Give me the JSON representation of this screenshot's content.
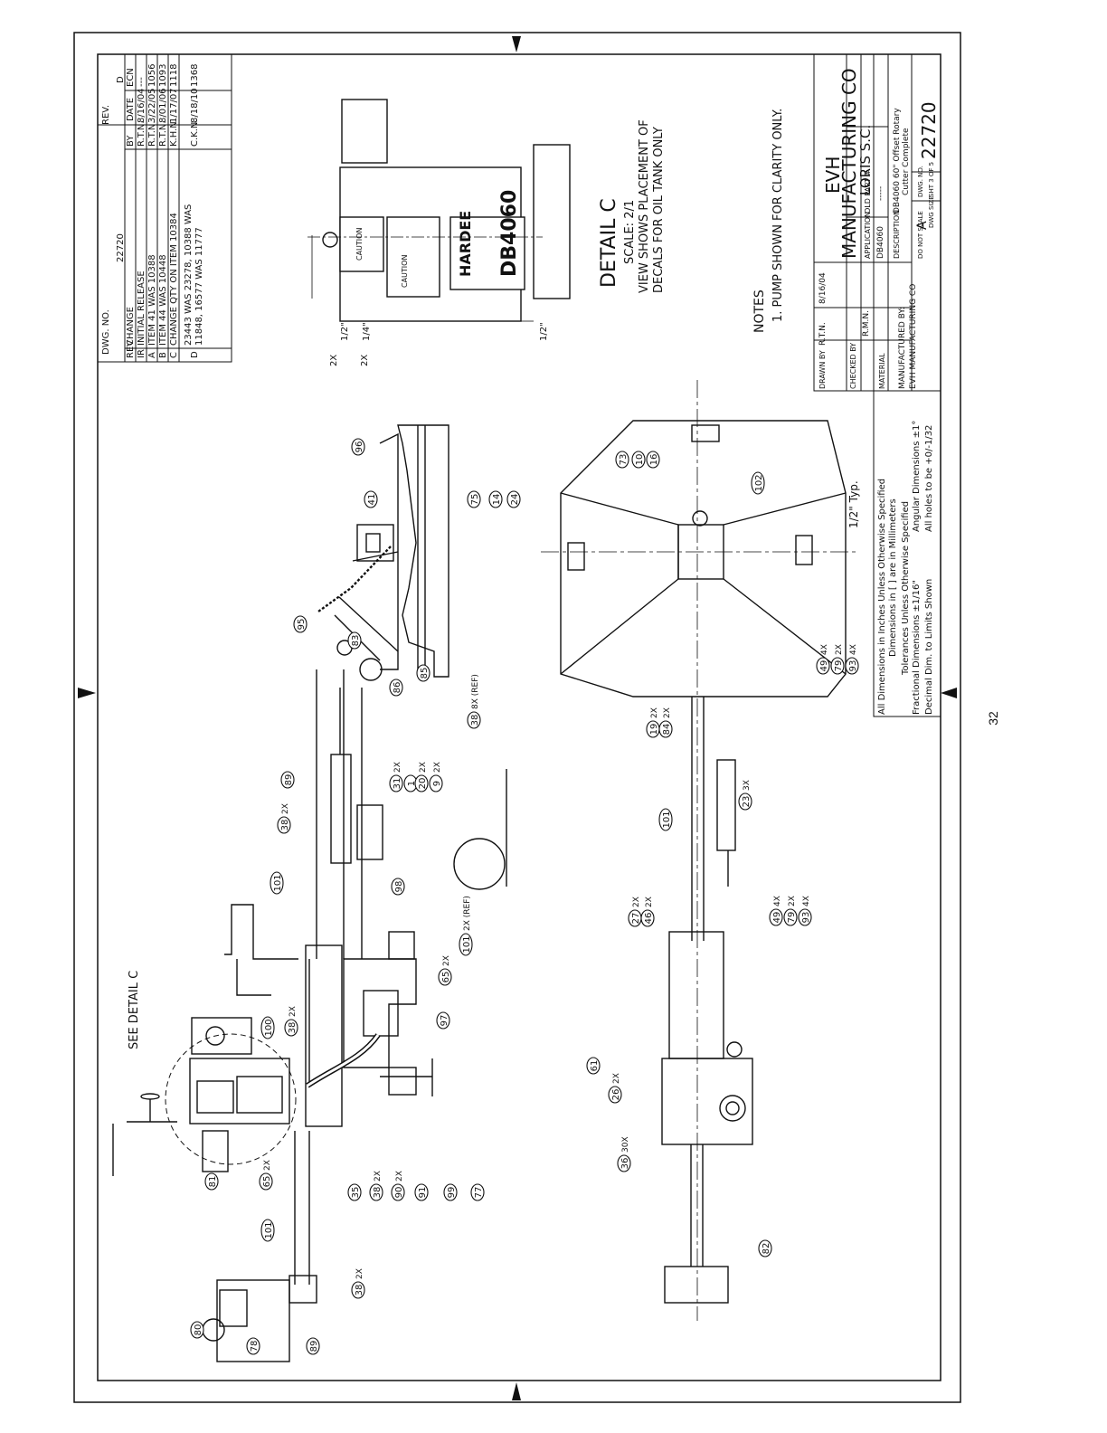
{
  "page_number": "32",
  "revision_table": {
    "dwg_no_label": "DWG. NO.",
    "dwg_no": "22720",
    "rev_label": "REV.",
    "rev": "D",
    "headers": [
      "REV",
      "CHANGE",
      "BY",
      "DATE",
      "ECN"
    ],
    "rows": [
      {
        "rev": "IR",
        "change": "INITIAL RELEASE",
        "change2": "",
        "by": "R.T.N.",
        "date": "8/16/04",
        "ecn": "---"
      },
      {
        "rev": "A",
        "change": "ITEM 41 WAS 10388",
        "change2": "",
        "by": "R.T.N.",
        "date": "3/22/05",
        "ecn": "1056"
      },
      {
        "rev": "B",
        "change": "ITEM 44 WAS 10448",
        "change2": "",
        "by": "R.T.N.",
        "date": "8/01/06",
        "ecn": "1093"
      },
      {
        "rev": "C",
        "change": "CHANGE QTY ON ITEM 10384",
        "change2": "",
        "by": "K.H.N",
        "date": "1/17/07",
        "ecn": "1118"
      },
      {
        "rev": "D",
        "change": "23443 WAS 23278, 10388 WAS",
        "change2": "11848, 16577 WAS 11777",
        "by": "C.K.N.",
        "date": "8/18/10",
        "ecn": "1368"
      }
    ]
  },
  "detail_c": {
    "title": "DETAIL C",
    "scale": "SCALE: 2/1",
    "desc1": "VIEW SHOWS PLACEMENT OF",
    "desc2": "DECALS FOR OIL TANK ONLY",
    "dim_2x_half": "2X",
    "dim_2x_quarter": "2X",
    "dim_half_a": "1/2\"",
    "dim_quarter": "1/4\"",
    "dim_half_b": "1/2\"",
    "decal_brand": "HARDEE",
    "decal_model": "DB4060",
    "caution1": "CAUTION",
    "caution2": "CAUTION"
  },
  "notes": {
    "title": "NOTES",
    "items": [
      "1. PUMP SHOWN FOR CLARITY ONLY."
    ]
  },
  "title_block": {
    "company1": "EVH",
    "company2": "MANUFACTURING CO",
    "company3": "LORIS S.C.",
    "drawn_by_label": "DRAWN BY",
    "drawn_by": "R.T.N.",
    "drawn_date": "8/16/04",
    "checked_by_label": "CHECKED BY",
    "material_label": "MATERIAL",
    "material": "R.M.N.",
    "manufactured_by_label": "MANUFACTURED BY:",
    "manufactured_by": "EVH MANUFACTURING CO",
    "application_label": "APPLICATION",
    "application": "DB4060",
    "old_part_label": "OLD PART #",
    "old_part": "-----",
    "description_label": "DESCRIPTION",
    "description1": "DB4060 60\" Offset Rotary",
    "description2": "Cutter Complete",
    "do_not_scale": "DO NOT SCALE",
    "dwg_size_label": "DWG SIZE",
    "dwg_size": "A",
    "sheet": "SHT 3 OF 5",
    "dwg_no_label": "DWG. NO.",
    "dwg_no": "22720"
  },
  "tolerances": [
    "All Dimensions in Inches Unless Otherwise Specified",
    "Dimensions in [ ] are in Millimeters",
    "Tolerances Unless Otherwise Specified",
    "Fractional Dimensions ±1/16\"",
    "Angular Dimensions ±1°",
    "Decimal Dim. to Limits Shown",
    "All holes to be +0/-1/32"
  ],
  "see_detail": "SEE DETAIL C",
  "half_typ": "1/2\" Typ.",
  "upper_callouts": [
    {
      "n": "96"
    },
    {
      "n": "41"
    },
    {
      "n": "75"
    },
    {
      "n": "14"
    },
    {
      "n": "24"
    },
    {
      "n": "95"
    },
    {
      "n": "83"
    },
    {
      "n": "85"
    },
    {
      "n": "86"
    },
    {
      "n": "38",
      "q": "8X (REF)"
    },
    {
      "n": "89"
    },
    {
      "n": "31",
      "q": "2X"
    },
    {
      "n": "1"
    },
    {
      "n": "20",
      "q": "2X"
    },
    {
      "n": "9",
      "q": "2X"
    },
    {
      "n": "38",
      "q": "2X"
    },
    {
      "n": "101"
    },
    {
      "n": "98"
    },
    {
      "n": "101",
      "q": "2X (REF)"
    },
    {
      "n": "65",
      "q": "2X"
    },
    {
      "n": "100"
    },
    {
      "n": "38",
      "q": "2X"
    },
    {
      "n": "97"
    },
    {
      "n": "81"
    },
    {
      "n": "65",
      "q": "2X"
    },
    {
      "n": "35"
    },
    {
      "n": "38",
      "q": "2X"
    },
    {
      "n": "90",
      "q": "2X"
    },
    {
      "n": "91"
    },
    {
      "n": "99"
    },
    {
      "n": "77"
    },
    {
      "n": "101"
    },
    {
      "n": "38",
      "q": "2X"
    },
    {
      "n": "80"
    },
    {
      "n": "78"
    },
    {
      "n": "89"
    }
  ],
  "lower_callouts": [
    {
      "n": "73"
    },
    {
      "n": "10"
    },
    {
      "n": "16"
    },
    {
      "n": "102"
    },
    {
      "n": "49",
      "q": "4X"
    },
    {
      "n": "79",
      "q": "2X"
    },
    {
      "n": "93",
      "q": "4X"
    },
    {
      "n": "19",
      "q": "2X"
    },
    {
      "n": "84",
      "q": "2X"
    },
    {
      "n": "23",
      "q": "3X"
    },
    {
      "n": "101"
    },
    {
      "n": "49",
      "q": "4X"
    },
    {
      "n": "79",
      "q": "2X"
    },
    {
      "n": "93",
      "q": "4X"
    },
    {
      "n": "27",
      "q": "2X"
    },
    {
      "n": "46",
      "q": "2X"
    },
    {
      "n": "61"
    },
    {
      "n": "26",
      "q": "2X"
    },
    {
      "n": "36",
      "q": "30X"
    },
    {
      "n": "82"
    }
  ]
}
